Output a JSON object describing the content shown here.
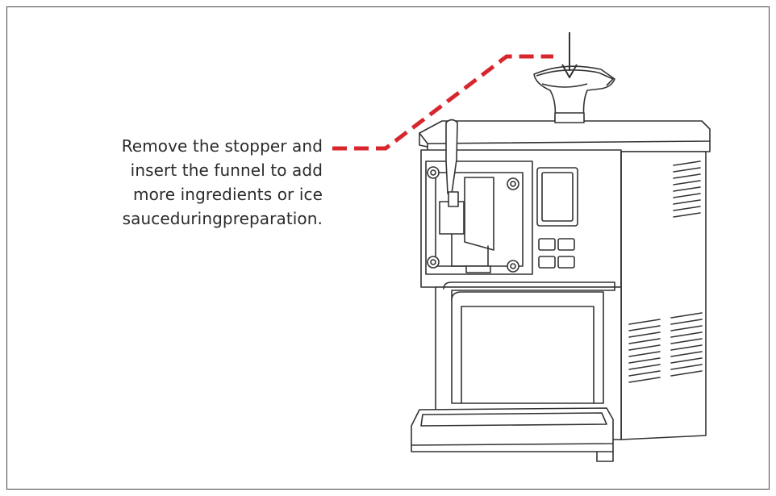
{
  "instruction": {
    "lines": [
      "Remove the stopper and",
      "insert the funnel to add",
      "more ingredients or ice",
      "sauceduringpreparation."
    ]
  },
  "colors": {
    "leader_line": "#d8262d",
    "outline": "#333333",
    "frame": "#444444"
  },
  "icons": [
    "machine-illustration",
    "funnel-icon",
    "arrow-down-icon"
  ]
}
